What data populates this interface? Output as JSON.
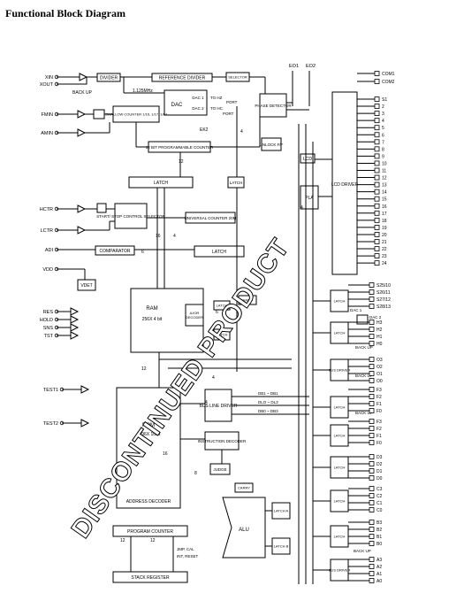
{
  "title": "Functional Block Diagram",
  "watermark": "DISCONTINUED PRODUCT",
  "inputs": {
    "xin": "XIN",
    "xout": "XOUT",
    "backup": "BACK UP",
    "fmin": "FMIN",
    "amin": "AMIN",
    "hctr": "HCTR",
    "lctr": "LCTR",
    "adi": "ADI",
    "vdd": "VDD",
    "res": "RES",
    "hold": "HOLD",
    "sns": "SNS",
    "tst": "TST",
    "test1": "TEST1",
    "test2": "TEST2",
    "eo1": "EO1",
    "eo2": "EO2"
  },
  "blocks": {
    "divider": "DIVIDER",
    "ref_divider": "REFERENCE DIVIDER",
    "selector": "SELECTOR",
    "freq": "1.125MHz",
    "dac": "DAC",
    "dac1": "DAC 1",
    "dac2": "DAC 2",
    "tohz": "TO HZ",
    "tohc": "TO HC",
    "port": "PORT",
    "swallow": "SWALLOW COUNTER 1/16, 1/17, 1/64",
    "prog_counter12": "12 BIT PROGRAMMABLE COUNTER",
    "ek2": "EK2",
    "phase_det": "PHASE DETECTOR",
    "unlock": "UNLOCK F/F",
    "latch": "LATCH",
    "lcd": "LCD",
    "lcd_driver": "LCD DRIVER",
    "pla": "PLA",
    "start_stop": "START/ STOP CONTROL SELECTOR",
    "universal": "UNIVERSAL COUNTER 20M",
    "comparator": "COMPARATOR",
    "vdet": "VDET",
    "ram": "RAM",
    "ram_size": "256X 4 bit",
    "ajor": "AJOR",
    "decoder": "DECODER",
    "bank": "BANK",
    "rom": "ROM",
    "rom_size": "4096X 16bit",
    "address_decoder": "ADDRESS DECODER",
    "bus_line_driver": "BUS LINE DRIVER",
    "instruction_decoder": "INSTRUCTION DECODER",
    "judge": "JUDGE",
    "carry": "CARRY",
    "alu": "ALU",
    "latch_a": "LATCH A",
    "latch_b": "LATCH B",
    "program_counter": "PROGRAM COUNTER",
    "stack_register": "STACK REGISTER",
    "jmp": "JMP, CAL",
    "int_reset": "INT, RESET",
    "bus_driver": "BUS DRIVER",
    "back_up": "BACK UP"
  },
  "bus_labels": {
    "db1": "DB1 ~ DB1",
    "dlo": "DLO ~ DL3",
    "dbo": "DB0 ~ DB3"
  },
  "bus_widths": [
    "12",
    "4",
    "16",
    "4",
    "12",
    "4",
    "16",
    "8",
    "6",
    "6",
    "4",
    "4",
    "12",
    "12"
  ],
  "com_pins": [
    "COM1",
    "COM2"
  ],
  "seg_pins": [
    "S1",
    "2",
    "3",
    "4",
    "5",
    "6",
    "7",
    "8",
    "9",
    "10",
    "11",
    "12",
    "13",
    "14",
    "15",
    "16",
    "17",
    "18",
    "19",
    "20",
    "21",
    "22",
    "23",
    "24"
  ],
  "port_pins": [
    "S25/10",
    "S26/11",
    "S27/12",
    "S28/13",
    "H3",
    "H2",
    "H1",
    "H0",
    "O3",
    "O2",
    "O1",
    "O0",
    "F3",
    "F2",
    "F1",
    "F0",
    "F3",
    "F2",
    "F1",
    "F0",
    "D3",
    "D2",
    "D1",
    "D0",
    "C3",
    "C2",
    "C1",
    "C0",
    "B3",
    "B2",
    "B1",
    "B0",
    "A3",
    "A2",
    "A1",
    "A0"
  ]
}
